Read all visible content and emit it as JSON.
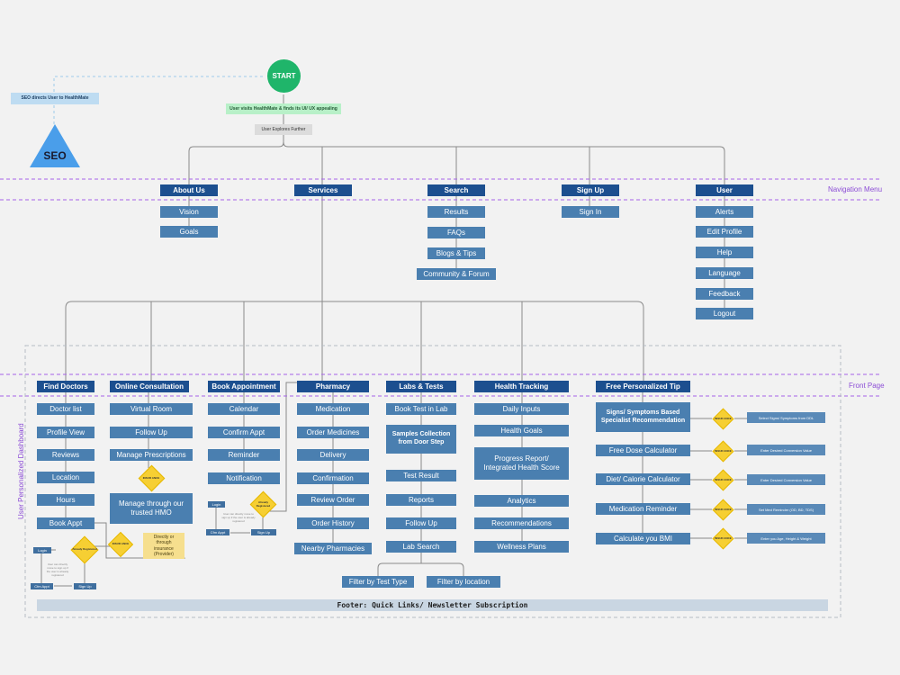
{
  "start": "START",
  "steps": {
    "visit": "User visits HealthMate & finds its UI/ UX appealing",
    "explore": "User Explores Further"
  },
  "seo": {
    "label": "SEO",
    "note": "SEO directs User to HealthMate"
  },
  "bands": {
    "nav": "Navigation Menu",
    "front": "Front Page",
    "dash": "User Personalized Dashboard"
  },
  "nav": {
    "about": {
      "title": "About Us",
      "items": [
        "Vision",
        "Goals"
      ]
    },
    "services": {
      "title": "Services"
    },
    "search": {
      "title": "Search",
      "items": [
        "Results",
        "FAQs",
        "Blogs & Tips",
        "Community & Forum"
      ]
    },
    "signup": {
      "title": "Sign Up",
      "items": [
        "Sign In"
      ]
    },
    "user": {
      "title": "User",
      "items": [
        "Alerts",
        "Edit Profile",
        "Help",
        "Language",
        "Feedback",
        "Logout"
      ]
    }
  },
  "cols": {
    "doctors": {
      "title": "Find Doctors",
      "items": [
        "Doctor list",
        "Profile View",
        "Reviews",
        "Location",
        "Hours",
        "Book Appt"
      ]
    },
    "consult": {
      "title": "Online Consultation",
      "items": [
        "Virtual Room",
        "Follow Up",
        "Manage Prescriptions"
      ],
      "hmo": "Manage through our trusted HMO",
      "direct": "Directly or through insurance (Provider)"
    },
    "appoint": {
      "title": "Book Appointment",
      "items": [
        "Calendar",
        "Confirm Appt",
        "Reminder",
        "Notification"
      ]
    },
    "pharmacy": {
      "title": "Pharmacy",
      "items": [
        "Medication",
        "Order Medicines",
        "Delivery",
        "Confirmation",
        "Review Order",
        "Order History",
        "Nearby Pharmacies"
      ]
    },
    "labs": {
      "title": "Labs & Tests",
      "items": [
        "Book Test in Lab",
        "Samples Collection from Door Step",
        "Test Result",
        "Reports",
        "Follow Up",
        "Lab Search"
      ],
      "filters": [
        "Filter by Test Type",
        "Filter by location"
      ]
    },
    "health": {
      "title": "Health Tracking",
      "items": [
        "Daily Inputs",
        "Health Goals",
        "Progress Report/ Integrated Health Score",
        "Analytics",
        "Recommendations",
        "Wellness Plans"
      ]
    },
    "tips": {
      "title": "Free Personalized Tip",
      "items": [
        "Signs/ Symptoms Based Specialist Recommendation",
        "Free Dose Calculator",
        "Diet/ Calorie Calculator",
        "Medication Reminder",
        "Calculate you BMI"
      ],
      "outputs": [
        "Select Signs/ Symptoms from DDL",
        "Enter Desired Conversion Value",
        "Enter Desired Conversion Value",
        "Set Med Reminder (OD, BD, TDS)",
        "Enter you Age, Height & Weight"
      ]
    }
  },
  "decisions": {
    "auth": "Already Registered",
    "insurance": "INSUR ANCE"
  },
  "flow": {
    "login": "Login",
    "signup": "Sign Up",
    "confirm": "Cfm Appt",
    "note": "User can directly move to sign up if the user is already registered"
  },
  "footer": "Footer: Quick Links/ Newsletter Subscription"
}
